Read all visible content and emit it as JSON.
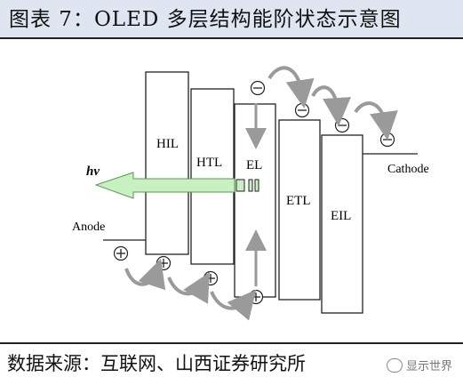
{
  "header": {
    "title": "图表  7：OLED 多层结构能阶状态示意图"
  },
  "diagram": {
    "layers": [
      {
        "id": "hil",
        "label": "HIL"
      },
      {
        "id": "htl",
        "label": "HTL"
      },
      {
        "id": "el",
        "label": "EL"
      },
      {
        "id": "etl",
        "label": "ETL"
      },
      {
        "id": "eil",
        "label": "EIL"
      }
    ],
    "anode_label": "Anode",
    "cathode_label": "Cathode",
    "emission_label": "hv",
    "hole_symbol": "⊕",
    "electron_symbol": "⊖",
    "colors": {
      "emission_arrow": "#c8f0c0",
      "emission_stroke": "#5a9a50",
      "curved_arrow": "#9a9a9a"
    }
  },
  "footer": {
    "source": "数据来源：互联网、山西证券研究所",
    "watermark": "显示世界"
  }
}
